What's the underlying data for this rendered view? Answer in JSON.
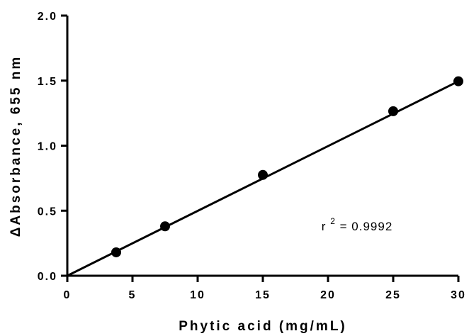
{
  "chart_data": {
    "type": "scatter",
    "xlabel": "Phytic acid (mg/mL)",
    "ylabel": "ΔAbsorbance, 655 nm",
    "xlim": [
      0,
      30
    ],
    "ylim": [
      0,
      2.0
    ],
    "x_ticks": [
      "0",
      "5",
      "10",
      "15",
      "20",
      "25",
      "30"
    ],
    "y_ticks": [
      "0.0",
      "0.5",
      "1.0",
      "1.5",
      "2.0"
    ],
    "grid": false,
    "legend": "none",
    "series": [
      {
        "x": [
          3.75,
          7.5,
          15,
          25,
          30
        ],
        "y": [
          0.18,
          0.38,
          0.775,
          1.265,
          1.495
        ],
        "marker": "circle",
        "color": "#000000"
      }
    ],
    "fit_line": {
      "x": [
        0,
        30
      ],
      "y": [
        0,
        1.495
      ]
    },
    "annotation": {
      "prefix": "r",
      "superscript": "2",
      "text": " = 0.9992",
      "x": 19.5,
      "y": 0.35
    }
  }
}
